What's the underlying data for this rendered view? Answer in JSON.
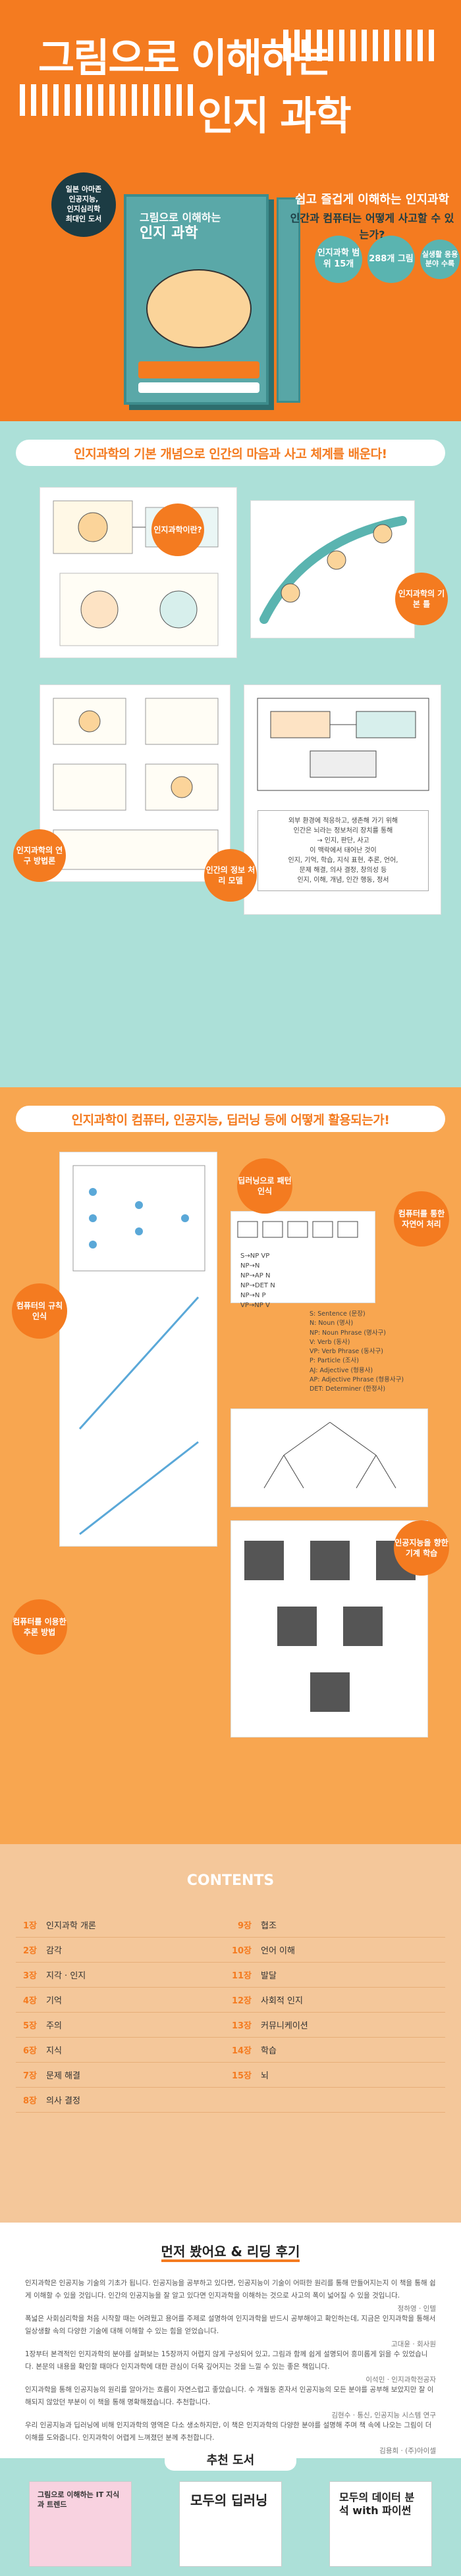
{
  "hero": {
    "title1": "그림으로 이해하는",
    "title2": "인지 과학",
    "badge": [
      "일본 아마존",
      "인공지능,",
      "인지심리학",
      "최대인 도서"
    ],
    "book_title": [
      "그림으로 이해하는",
      "인지 과학"
    ],
    "tagline1": "쉽고 즐겁게 이해하는 인지과학",
    "tagline2": "인간과 컴퓨터는 어떻게 사고할 수 있는가?",
    "stats": [
      "인지과학 범위 15개",
      "288개 그림",
      "실생활 응용 분야 수록"
    ]
  },
  "sec1": {
    "title": "인지과학의 기본 개념으로 인간의 마음과 사고 체계를 배운다!",
    "bubbles": [
      "인지과학이란?",
      "인지과학의 기본 틀",
      "인지과학의 연구 방법론",
      "인간의 정보 처리 모델"
    ],
    "note_lines": [
      "외부 환경에 적응하고, 생존해 가기 위해",
      "인간은 뇌라는 정보처리 장치를 통해",
      "→ 인지, 판단, 사고",
      "이 맥락에서 태어난 것이",
      "인지, 기억, 학습, 지식 표현, 추론, 언어,",
      "문제 해결, 의사 결정, 창의성 등",
      "인지, 이해, 개념, 인간 행동, 정서"
    ]
  },
  "sec2": {
    "title": "인지과학이 컴퓨터, 인공지능, 딥러닝 등에 어떻게 활용되는가!",
    "bubbles": [
      "딥러닝으로 패턴 인식",
      "컴퓨터를 통한 자연어 처리",
      "컴퓨터의 규칙 인식",
      "인공지능을 향한 기계 학습",
      "컴퓨터를 이용한 추론 방법"
    ],
    "grammar": [
      "S: Sentence (문장)",
      "N: Noun (명사)",
      "NP: Noun Phrase (명사구)",
      "V: Verb (동사)",
      "VP: Verb Phrase (동사구)",
      "P: Particle (조사)",
      "AJ: Adjective (형용사)",
      "AP: Adjective Phrase (형용사구)",
      "DET: Determiner (한정사)"
    ],
    "rules": [
      "S→NP VP",
      "NP→N",
      "NP→AP N",
      "NP→DET N",
      "NP→N P",
      "VP→NP V"
    ]
  },
  "contents": {
    "title": "CONTENTS",
    "left": [
      {
        "n": "1장",
        "t": "인지과학 개론"
      },
      {
        "n": "2장",
        "t": "감각"
      },
      {
        "n": "3장",
        "t": "지각 · 인지"
      },
      {
        "n": "4장",
        "t": "기억"
      },
      {
        "n": "5장",
        "t": "주의"
      },
      {
        "n": "6장",
        "t": "지식"
      },
      {
        "n": "7장",
        "t": "문제 해결"
      },
      {
        "n": "8장",
        "t": "의사 결정"
      }
    ],
    "right": [
      {
        "n": "9장",
        "t": "협조"
      },
      {
        "n": "10장",
        "t": "언어 이해"
      },
      {
        "n": "11장",
        "t": "발달"
      },
      {
        "n": "12장",
        "t": "사회적 인지"
      },
      {
        "n": "13장",
        "t": "커뮤니케이션"
      },
      {
        "n": "14장",
        "t": "학습"
      },
      {
        "n": "15장",
        "t": "뇌"
      },
      {
        "n": "",
        "t": ""
      }
    ]
  },
  "reviews": {
    "title": "먼저 봤어요 & 리딩 후기",
    "items": [
      {
        "text": "인지과학은 인공지능 기술의 기초가 됩니다. 인공지능을 공부하고 있다면, 인공지능이 기술이 어떠한 원리를 통해 만들어지는지 이 책을 통해 쉽게 이해할 수 있을 것입니다. 인간의 인공지능을 잘 알고 있다면 인지과학을 이해하는 것으로 사고의 폭이 넓어질 수 있을 것입니다.",
        "by": "정하영 · 인텔"
      },
      {
        "text": "폭넓은 사회심리학을 처음 시작할 때는 어려웠고 용어를 주제로 설명하여 인지과학을 반드시 공부해야고 확인하는데, 지금은 인지과학을 통해서 일상생활 속의 다양한 기술에 대해 이해할 수 있는 힘을 얻었습니다.",
        "by": "고대윤 · 회사원"
      },
      {
        "text": "1장부터 본격적인 인지과학의 분야를 살펴보는 15장까지 어렵지 않게 구성되어 있고, 그림과 함께 쉽게 설명되어 흥미롭게 읽을 수 있었습니다. 본문의 내용을 확인할 때마다 인지과학에 대한 관심이 더욱 깊어지는 것을 느낄 수 있는 좋은 책입니다.",
        "by": "이석민 · 인지과학전공자"
      },
      {
        "text": "인지과학을 통해 인공지능의 원리를 알아가는 흐름이 자연스럽고 좋았습니다. 수 개월동 혼자서 인공지능의 모든 분야를 공부해 보았지만 잘 이해되지 않았던 부분이 이 책을 통해 명확해졌습니다. 추천합니다.",
        "by": "김현수 · 통신, 인공지능 시스템 연구"
      },
      {
        "text": "우리 인공지능과 딥러닝에 비해 인지과학의 영역은 다소 생소하지만, 이 책은 인지과학의 다양한 분야를 설명해 주며 책 속에 나오는 그림이 더 이해를 도와줍니다. 인지과학이 어렵게 느껴졌던 분께 추천합니다.",
        "by": "김용희 · (주)아이셀"
      }
    ]
  },
  "recommend": {
    "title": "추천 도서",
    "books": [
      {
        "title": "그림으로 이해하는 IT 지식과 트렌드"
      },
      {
        "title": "모두의 딥러닝"
      },
      {
        "title": "모두의 데이터 분석 with 파이썬"
      }
    ]
  }
}
